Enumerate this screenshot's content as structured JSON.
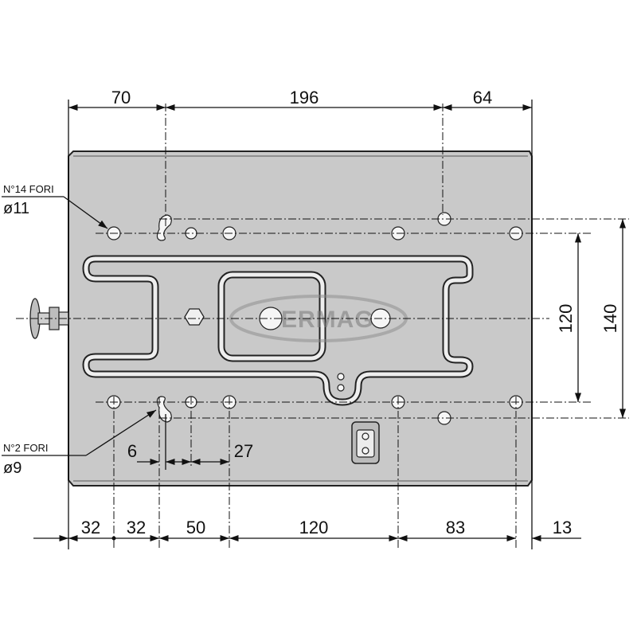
{
  "top_dimensions": [
    "70",
    "196",
    "64"
  ],
  "bottom_dimensions": [
    "32",
    "32",
    "50",
    "120",
    "83",
    "13"
  ],
  "detail_dimensions": [
    "6",
    "27"
  ],
  "right_dimensions": [
    "120",
    "140"
  ],
  "note_holes_14": {
    "label": "N°14 FORI",
    "diameter": "ø11"
  },
  "note_holes_2": {
    "label": "N°2 FORI",
    "diameter": "ø9"
  },
  "watermark": "CERMAG",
  "colors": {
    "plate": "#c9c9c9",
    "lines": "#111111",
    "watermark": "#7a7a7a"
  }
}
